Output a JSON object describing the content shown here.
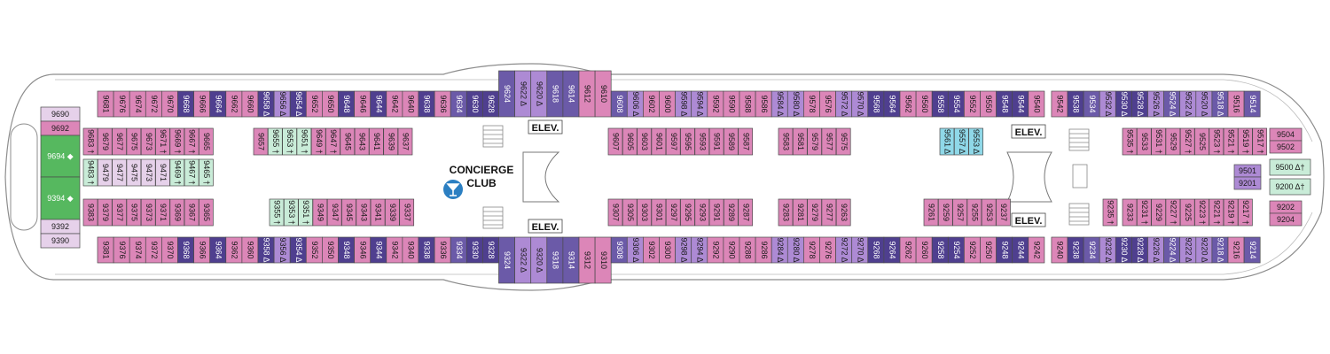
{
  "deck_labels": {
    "elevator_top": "ELEV.",
    "elevator_bottom": "ELEV.",
    "elevator_aft_top": "ELEV.",
    "elevator_aft_bottom": "ELEV.",
    "concierge_line1": "CONCIERGE",
    "concierge_line2": "CLUB"
  },
  "icons": {
    "bar": "cocktail-glass-icon",
    "accessible": "wheelchair-icon",
    "connecting": "double-arrow-icon"
  },
  "colors": {
    "interior": "#e6d1ea",
    "inside_pink": "#dc86b8",
    "outside_balcony": "#ad8ad4",
    "ocean_purple": "#6b5aa8",
    "suite_dark": "#4f3f8f",
    "spa": "#8fd8e8",
    "mint": "#c9ecd8",
    "suite_green": "#56b85f",
    "concierge": "#2b7fc2"
  },
  "legend_symbols": {
    "accessible": "Δ",
    "third_fourth_berth": "†"
  },
  "cabins": {
    "top_outer_fwd": [
      "9690",
      "9692",
      "9694 ◆"
    ],
    "top_outer": [
      "9681",
      "9676",
      "9674",
      "9672",
      "9670",
      "9668",
      "9666",
      "9664",
      "9662",
      "9660",
      "9658 Δ",
      "9656 Δ",
      "9654 Δ",
      "9652",
      "9650",
      "9648",
      "9646",
      "9644",
      "9642",
      "9640",
      "9638",
      "9636",
      "9634",
      "9630",
      "9628",
      "9624",
      "9622 Δ",
      "9620 Δ",
      "9618",
      "9614",
      "9612",
      "9610",
      "9608",
      "9606 Δ",
      "9602",
      "9600",
      "9598 Δ",
      "9594 Δ",
      "9592",
      "9590",
      "9588",
      "9586",
      "9584 Δ",
      "9580 Δ",
      "9578",
      "9576",
      "9572 Δ",
      "9570 Δ",
      "9568",
      "9564",
      "9562",
      "9560",
      "9558",
      "9554",
      "9552",
      "9550",
      "9548",
      "9544",
      "9540",
      "9542",
      "9538",
      "9534",
      "9532 Δ",
      "9530 Δ",
      "9528 Δ",
      "9526 Δ",
      "9524 Δ",
      "9522 Δ",
      "9520 Δ",
      "9518 Δ",
      "9516",
      "9514"
    ],
    "top_inner": [
      "9683 †",
      "9679",
      "9677",
      "9675",
      "9673",
      "9671 †",
      "9669 †",
      "9667 †",
      "9665",
      "9657",
      "9655 †",
      "9653 †",
      "9651 †",
      "9649 †",
      "9647 †",
      "9645",
      "9643",
      "9641",
      "9639",
      "9637",
      "9607",
      "9605",
      "9603",
      "9601",
      "9597",
      "9595",
      "9593",
      "9591",
      "9589",
      "9587",
      "9583",
      "9581",
      "9579",
      "9577",
      "9575",
      "9561 Δ",
      "9557 Δ",
      "9553 Δ",
      "9535 †",
      "9533",
      "9531 †",
      "9529",
      "9527 †",
      "9525",
      "9523 †",
      "9521 †",
      "9519 †",
      "9517 †"
    ],
    "mid_inner": [
      "9483 †",
      "9479",
      "9477",
      "9475",
      "9473",
      "9471",
      "9469 †",
      "9467 †",
      "9465 †"
    ],
    "bottom_inner": [
      "9383",
      "9379",
      "9377",
      "9375",
      "9373",
      "9371",
      "9369",
      "9367",
      "9365",
      "9355 †",
      "9353 †",
      "9351 †",
      "9349",
      "9347",
      "9345",
      "9343",
      "9341",
      "9339",
      "9337",
      "9307",
      "9305",
      "9303",
      "9301",
      "9297",
      "9295",
      "9293",
      "9291",
      "9289",
      "9287",
      "9283",
      "9281",
      "9279",
      "9277",
      "9263",
      "9261",
      "9259",
      "9257",
      "9255",
      "9253",
      "9237",
      "9235 †",
      "9233",
      "9231 †",
      "9229",
      "9227 †",
      "9225",
      "9223 †",
      "9221 †",
      "9219 †",
      "9217 †"
    ],
    "bottom_outer_fwd": [
      "9394 ◆",
      "9392",
      "9390"
    ],
    "bottom_outer": [
      "9381",
      "9376",
      "9374",
      "9372",
      "9370",
      "9368",
      "9366",
      "9364",
      "9362",
      "9360",
      "9358 Δ",
      "9356 Δ",
      "9354 Δ",
      "9352",
      "9350",
      "9348",
      "9346",
      "9344",
      "9342",
      "9340",
      "9338",
      "9336",
      "9334",
      "9330",
      "9328",
      "9324",
      "9322 Δ",
      "9320 Δ",
      "9318",
      "9314",
      "9312",
      "9310",
      "9308",
      "9306 Δ",
      "9302",
      "9300",
      "9298 Δ",
      "9294 Δ",
      "9292",
      "9290",
      "9288",
      "9286",
      "9284 Δ",
      "9280 Δ",
      "9278",
      "9276",
      "9272 Δ",
      "9270 Δ",
      "9268",
      "9264",
      "9262",
      "9260",
      "9258",
      "9254",
      "9252",
      "9250",
      "9248",
      "9244",
      "9242",
      "9240",
      "9238",
      "9234",
      "9232 Δ",
      "9230 Δ",
      "9228 Δ",
      "9226 Δ",
      "9224 Δ",
      "9222 Δ",
      "9220 Δ",
      "9218 Δ",
      "9216",
      "9214"
    ],
    "aft_stack": [
      "9504",
      "9502",
      "9500 Δ†",
      "9501",
      "9201",
      "9200 Δ†",
      "9202",
      "9204"
    ]
  }
}
